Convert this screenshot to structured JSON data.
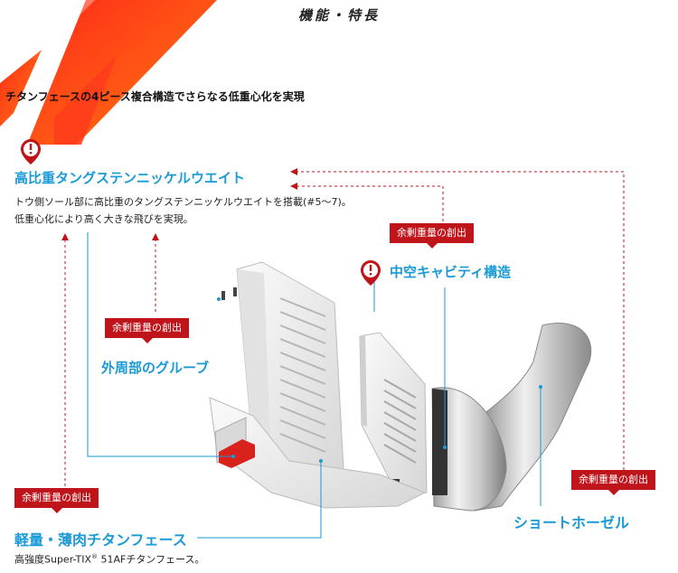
{
  "header": {
    "section_title": "機能・特長",
    "subtitle": "チタンフェースの4ピース複合構造でさらなる低重心化を実現"
  },
  "features": {
    "tungsten": {
      "title": "高比重タングステンニッケルウエイト",
      "desc_line1": "トウ側ソール部に高比重のタングステンニッケルウエイトを搭載(#5〜7)。",
      "desc_line2": "低重心化により高く大きな飛びを実現。"
    },
    "cavity": {
      "badge": "余剰重量の創出",
      "title": "中空キャビティ構造"
    },
    "groove": {
      "badge": "余剰重量の創出",
      "title": "外周部のグルーブ"
    },
    "face": {
      "badge": "余剰重量の創出",
      "title": "軽量・薄肉チタンフェース",
      "desc_prefix": "高強度Super-TIX",
      "desc_reg": "®",
      "desc_suffix": " 51AFチタンフェース。"
    },
    "hosel": {
      "badge": "余剰重量の創出",
      "title": "ショートホーゼル"
    }
  },
  "colors": {
    "accent_red": "#c0141b",
    "accent_blue": "#1a9ad6",
    "banner_orange": "#ff5a14"
  },
  "icons": {
    "pin": "exclamation-pin-icon"
  }
}
